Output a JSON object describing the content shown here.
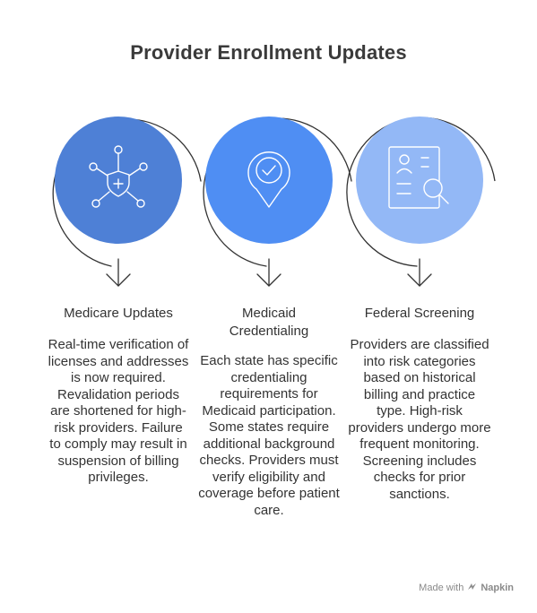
{
  "title": "Provider Enrollment Updates",
  "colors": {
    "circle1": "#4e80d6",
    "circle2": "#4f8ef3",
    "circle3": "#93b8f6",
    "outline": "#333333"
  },
  "steps": [
    {
      "icon": "network-shield-icon",
      "heading": "Medicare Updates",
      "body": "Real-time verification of licenses and addresses is now required. Revalidation periods are shortened for high-risk providers. Failure to comply may result in suspension of billing privileges."
    },
    {
      "icon": "location-check-icon",
      "heading": "Medicaid Credentialing",
      "body": "Each state has specific credentialing requirements for Medicaid participation. Some states require additional background checks. Providers must verify eligibility and coverage before patient care."
    },
    {
      "icon": "document-search-icon",
      "heading": "Federal Screening",
      "body": "Providers are classified into risk categories based on historical billing and practice type. High-risk providers undergo more frequent monitoring. Screening includes checks for prior sanctions."
    }
  ],
  "footer": {
    "made_with": "Made with",
    "brand": "Napkin"
  }
}
